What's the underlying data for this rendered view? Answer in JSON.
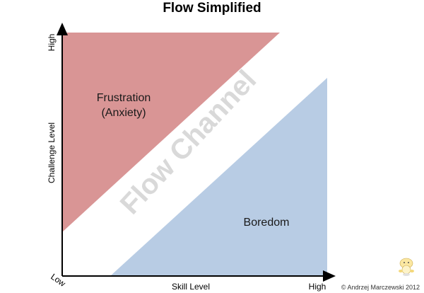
{
  "title": "Flow Simplified",
  "zones": {
    "frustration_line1": "Frustration",
    "frustration_line2": "(Anxiety)",
    "flow_channel": "Flow Channel",
    "boredom": "Boredom"
  },
  "axes": {
    "y_label": "Challenge Level",
    "y_high": "High",
    "x_label": "Skill Level",
    "x_high": "High",
    "origin_low": "Low"
  },
  "credit": "© Andrzej Marczewski 2012",
  "colors": {
    "frustration": "#d99595",
    "boredom": "#b8cce4",
    "channel_text": "#d9d9d9",
    "axis": "#000000"
  },
  "logo_icon": "cartoon-mascot-icon"
}
